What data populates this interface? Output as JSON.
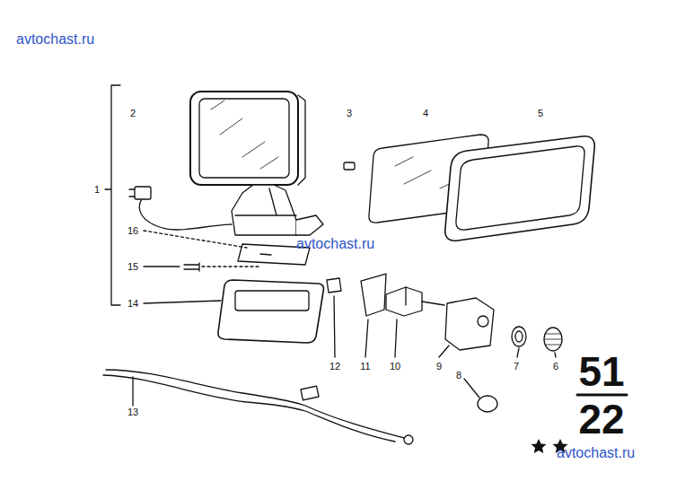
{
  "diagram": {
    "labels": [
      "avtochast.ru",
      "2",
      "3",
      "4",
      "5",
      "1",
      "avtochast.ru",
      "16",
      "15",
      "14",
      "12",
      "11",
      "10",
      "9",
      "7",
      "6",
      "8",
      "13",
      "51",
      "22",
      "avtochast.ru"
    ]
  }
}
